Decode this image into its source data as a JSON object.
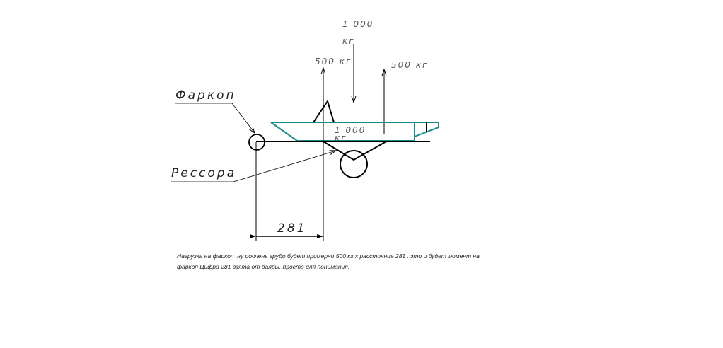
{
  "labels": {
    "top_load_value": "1 000",
    "top_load_unit": "кг",
    "left_reaction": "500  кг",
    "right_reaction": "500  кг",
    "body_load_value": "1 000",
    "body_load_unit": "кг",
    "hitch_label": "Фаркоп",
    "spring_label": "Рессора",
    "dimension": "281"
  },
  "note": {
    "line1": "Нагрузка на фаркоп ,ну ооочень грубо будет примерно 500 кг  х расстояние 281 . это и будет момент на",
    "line2": "фаркоп Цифра 281 взята от балбы, просто для  понимания."
  },
  "colors": {
    "body": "#1a8a8a",
    "line": "#000000"
  }
}
